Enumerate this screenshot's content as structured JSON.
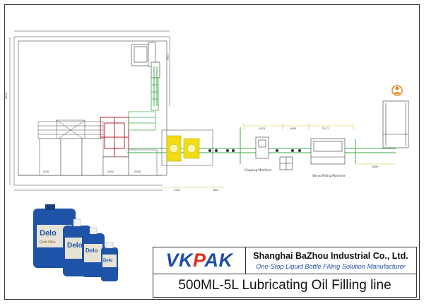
{
  "title_block": {
    "logo": "VKPAK",
    "company_name": "Shanghai BaZhou Industrial Co., Ltd.",
    "tagline": "One-Stop Liquid Bottle Filling Solution Manufacturer",
    "line_title": "500ML-5L Lubricating Oil Filling line"
  },
  "product": {
    "brand": "Delo",
    "sub_brand": "Gold Ultra",
    "bottles": [
      "5L jug",
      "1L bottle",
      "500ML bottle"
    ]
  },
  "machines": {
    "capping": "Capping Machine",
    "servo_filling": "Servo Filling Machine"
  },
  "colors": {
    "logo_blue": "#1f4ea3",
    "logo_red": "#e0301e",
    "conveyor_green": "#39a845",
    "machine_yellow": "#f2dd14",
    "dimension_yellow": "#d8c630",
    "frame_red": "#b8202a",
    "bottle_blue": "#1f53a8",
    "operator_orange": "#e48a2a"
  }
}
